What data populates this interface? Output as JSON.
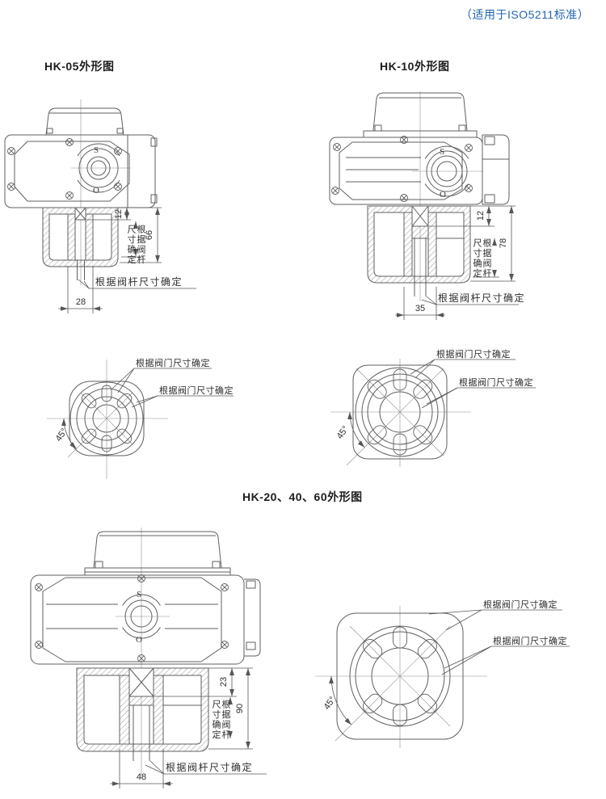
{
  "page": {
    "standard_note": "（适用于ISO5211标准）",
    "note_color": "#2465b0"
  },
  "labels": {
    "stem_note": "根据阀杆尺寸确定",
    "flange_note": "根据阀门尺寸确定",
    "angle": "45°",
    "dial_shut": "S",
    "dial_open": "O"
  },
  "sections": {
    "hk05": {
      "title": "HK-05外形图",
      "dims": {
        "square_depth": "12",
        "height": "66",
        "stem_width": "28"
      }
    },
    "hk10": {
      "title": "HK-10外形图",
      "dims": {
        "square_depth": "12",
        "height": "78",
        "stem_width": "35"
      }
    },
    "hk204060": {
      "title": "HK-20、40、60外形图",
      "dims": {
        "square_depth": "23",
        "height": "90",
        "stem_width": "48"
      }
    }
  }
}
